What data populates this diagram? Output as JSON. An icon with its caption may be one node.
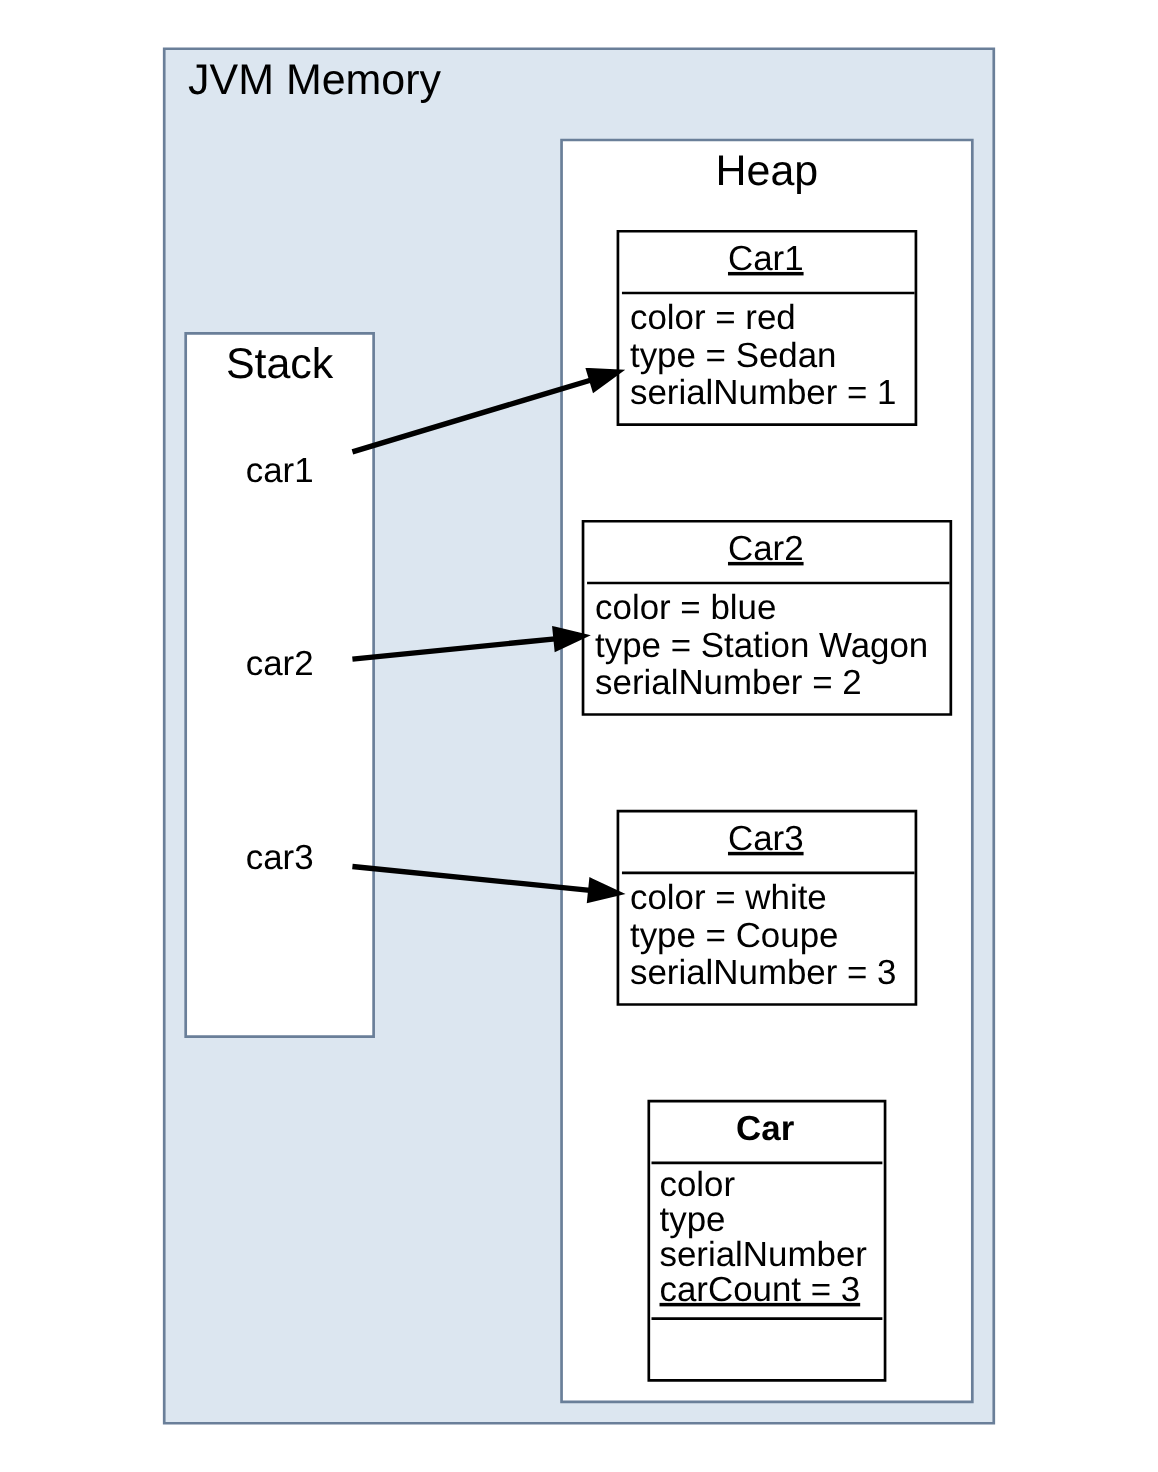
{
  "diagram": {
    "nodes": [
      {
        "text": [
          "JVM Memory"
        ]
      },
      {
        "text": [
          "Stack"
        ],
        "in": 0
      },
      {
        "text": [
          "Heap"
        ],
        "in": 0
      },
      {
        "text": [
          "car1"
        ],
        "in": 1
      },
      {
        "text": [
          "car2"
        ],
        "in": 1
      },
      {
        "text": [
          "car3"
        ],
        "in": 1
      },
      {
        "text": [
          "Car1",
          "color = red",
          "type = Sedan",
          "serialNumber = 1"
        ],
        "in": 2
      },
      {
        "text": [
          "Car2",
          "color = blue",
          "type = Station Wagon",
          "serialNumber = 2"
        ],
        "in": 2
      },
      {
        "text": [
          "Car3",
          "color = white",
          "type = Coupe",
          "serialNumber = 3"
        ],
        "in": 2
      },
      {
        "text": [
          "Car",
          "color",
          "type",
          "serialNumber",
          "carCount = 3"
        ],
        "in": 2
      }
    ],
    "edges": [
      {
        "from": 3,
        "to": 6,
        "arrow": "to"
      },
      {
        "from": 4,
        "to": 7,
        "arrow": "to"
      },
      {
        "from": 5,
        "to": 8,
        "arrow": "to"
      }
    ]
  }
}
